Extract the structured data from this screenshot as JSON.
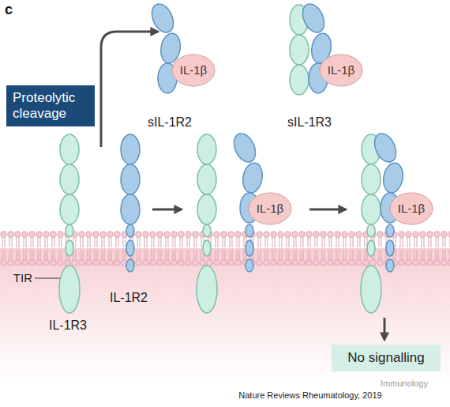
{
  "diagram": {
    "nodes": [
      {
        "text": [
          "Proteolytic cleavage"
        ]
      },
      {
        "text": [
          "IL-1β"
        ]
      },
      {
        "text": [
          "IL-1β"
        ]
      },
      {
        "text": [
          "IL-1β"
        ]
      },
      {
        "text": [
          "IL-1β"
        ]
      },
      {
        "text": [
          "No signalling"
        ]
      }
    ],
    "labels": [
      "c",
      "sIL-1R2",
      "sIL-1R3",
      "TIR",
      "IL-1R3",
      "IL-1R2",
      "Nature Reviews Rheumatology, 2019",
      "Immunology"
    ]
  }
}
